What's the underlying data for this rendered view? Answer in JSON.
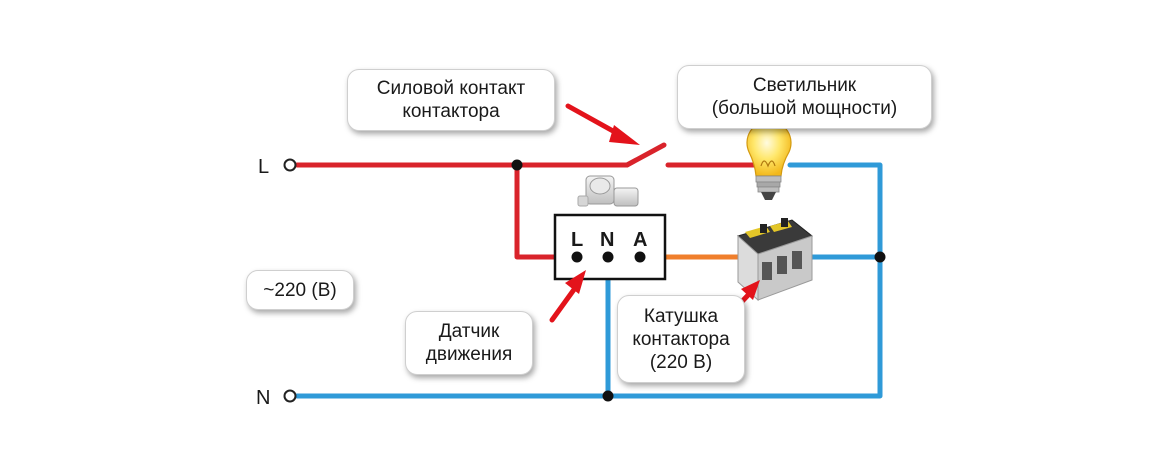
{
  "terminals": {
    "line": "L",
    "neutral": "N"
  },
  "voltage_label": "~220 (В)",
  "callouts": {
    "power_contact": [
      "Силовой контакт",
      "контактора"
    ],
    "lamp": [
      "Светильник",
      "(большой мощности)"
    ],
    "motion_sensor": [
      "Датчик",
      "движения"
    ],
    "coil": [
      "Катушка",
      "контактора",
      "(220 В)"
    ]
  },
  "sensor_pins": [
    "L",
    "N",
    "A"
  ],
  "colors": {
    "phase_wire": "#d9232b",
    "neutral_wire": "#2f9ad8",
    "switched_wire": "#f07f2c",
    "arrow": "#e3131b",
    "node": "#111111"
  },
  "icons": {
    "lamp": "light-bulb-icon",
    "sensor": "motion-sensor-icon",
    "contactor": "contactor-icon"
  }
}
